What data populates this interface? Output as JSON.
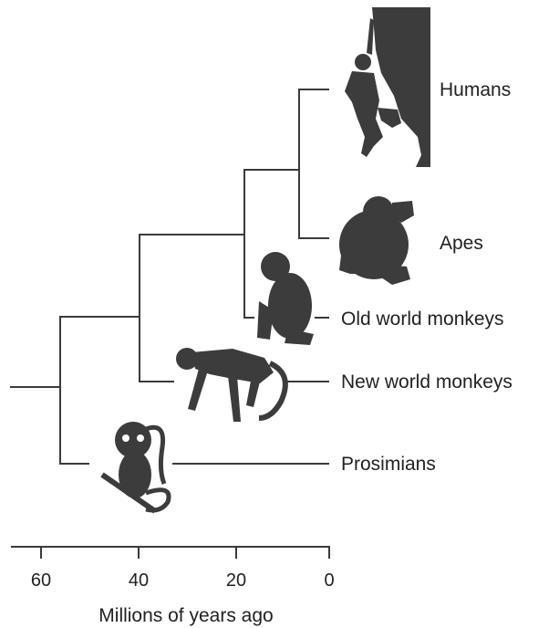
{
  "taxa": [
    {
      "id": "humans",
      "label": "Humans"
    },
    {
      "id": "apes",
      "label": "Apes"
    },
    {
      "id": "old-world",
      "label": "Old world monkeys"
    },
    {
      "id": "new-world",
      "label": "New world monkeys"
    },
    {
      "id": "prosimians",
      "label": "Prosimians"
    }
  ],
  "axis": {
    "title": "Millions of years ago",
    "ticks": [
      "60",
      "40",
      "20",
      "0"
    ]
  },
  "icons": [
    "human-climber-icon",
    "ape-icon",
    "old-world-monkey-icon",
    "new-world-monkey-icon",
    "prosimian-icon"
  ],
  "colors": {
    "lines": "#3a3a3a",
    "silhouettes": "#3c3c3c"
  }
}
